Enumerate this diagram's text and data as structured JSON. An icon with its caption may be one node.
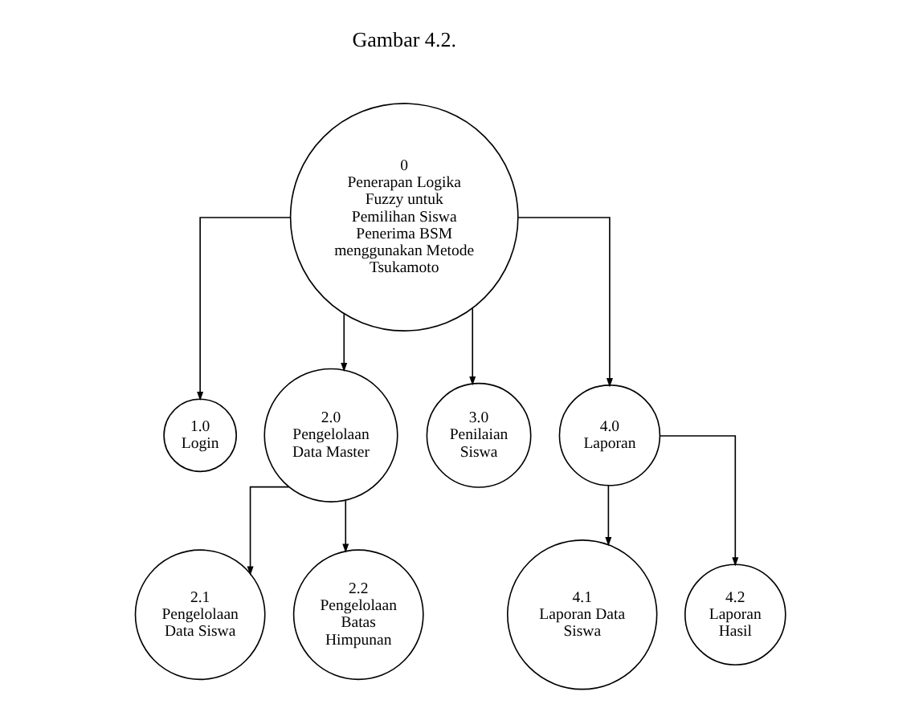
{
  "diagram": {
    "nodes": [
      {
        "text": [
          "0",
          "Penerapan Logika Fuzzy untuk Pemilihan Siswa Penerima BSM menggunakan Metode Tsukamoto"
        ]
      },
      {
        "text": [
          "1.0",
          "Login"
        ]
      },
      {
        "text": [
          "2.0",
          "Pengelolaan Data Master"
        ]
      },
      {
        "text": [
          "3.0",
          "Penilaian Siswa"
        ]
      },
      {
        "text": [
          "4.0",
          "Laporan"
        ]
      },
      {
        "text": [
          "2.1",
          "Pengelolaan Data Siswa"
        ]
      },
      {
        "text": [
          "2.2",
          "Pengelolaan Batas Himpunan"
        ]
      },
      {
        "text": [
          "4.1",
          "Laporan Data Siswa"
        ]
      },
      {
        "text": [
          "4.2",
          "Laporan Hasil"
        ]
      }
    ],
    "edges": [
      {
        "from": 0,
        "to": 1,
        "arrow": "to"
      },
      {
        "from": 0,
        "to": 2,
        "arrow": "to"
      },
      {
        "from": 0,
        "to": 3,
        "arrow": "to"
      },
      {
        "from": 0,
        "to": 4,
        "arrow": "to"
      },
      {
        "from": 2,
        "to": 5,
        "arrow": "to"
      },
      {
        "from": 2,
        "to": 6,
        "arrow": "to"
      },
      {
        "from": 4,
        "to": 7,
        "arrow": "to"
      },
      {
        "from": 4,
        "to": 8,
        "arrow": "to"
      }
    ],
    "labels": [
      "Gambar 4.2."
    ]
  }
}
